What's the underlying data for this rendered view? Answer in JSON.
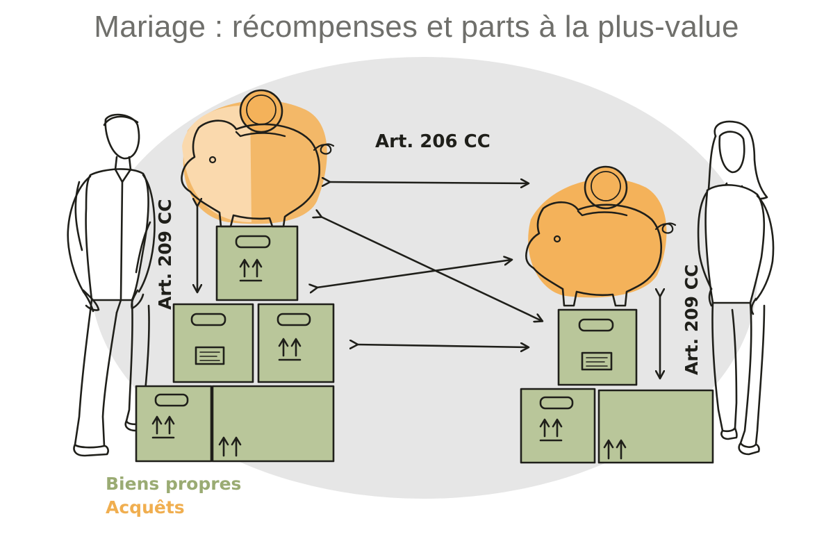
{
  "title": "Mariage : récompenses et parts à la plus-value",
  "labels": {
    "art206": "Art. 206 CC",
    "art209_left": "Art. 209 CC",
    "art209_right": "Art. 209 CC"
  },
  "legend": {
    "own_property": "Biens propres",
    "acquests": "Acquêts"
  },
  "colors": {
    "own_property": "#b9c69a",
    "acquests": "#f4b25a",
    "acquests_light": "#fad9ad",
    "background": "#e6e6e6",
    "ink": "#1f1f1a",
    "title": "#6f6f6b"
  },
  "icons": [
    "man-figure",
    "woman-figure",
    "piggy-bank-icon",
    "coin-icon",
    "box-icon",
    "this-side-up-icon",
    "double-arrow-icon"
  ]
}
